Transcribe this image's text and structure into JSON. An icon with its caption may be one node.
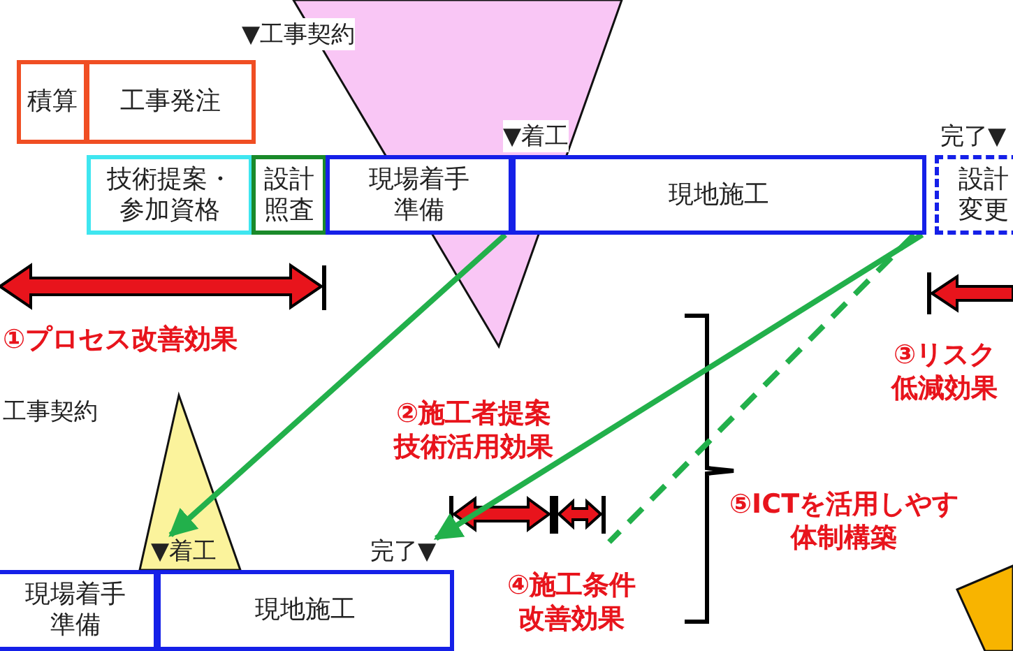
{
  "diagram": {
    "nodes": [
      {
        "text": [
          "積算"
        ]
      },
      {
        "text": [
          "工事発注"
        ]
      },
      {
        "text": [
          "技術提案・参加資格"
        ]
      },
      {
        "text": [
          "設計照査"
        ]
      },
      {
        "text": [
          "現場着手準備"
        ]
      },
      {
        "text": [
          "現地施工"
        ]
      },
      {
        "text": [
          "設計変更"
        ]
      },
      {
        "text": [
          "現場着手準備"
        ]
      },
      {
        "text": [
          "現地施工"
        ]
      },
      {
        "text": [
          "▼着工"
        ]
      },
      {
        "text": [
          "完了▼"
        ]
      }
    ],
    "edges": [
      {
        "from": 4,
        "to": 9,
        "arrow": "to"
      },
      {
        "from": 5,
        "to": 10,
        "arrow": "to"
      },
      {
        "from": 5,
        "to": null,
        "arrow": "none",
        "style": "dashed"
      }
    ],
    "labels": [
      "▼工事契約",
      "▼着工",
      "完了▼",
      "①プロセス改善効果",
      "工事契約",
      "②施工者提案技術活用効果",
      "③リスク低減効果",
      "⑤ICTを活用しやす体制構築",
      "④施工条件改善効果"
    ]
  }
}
